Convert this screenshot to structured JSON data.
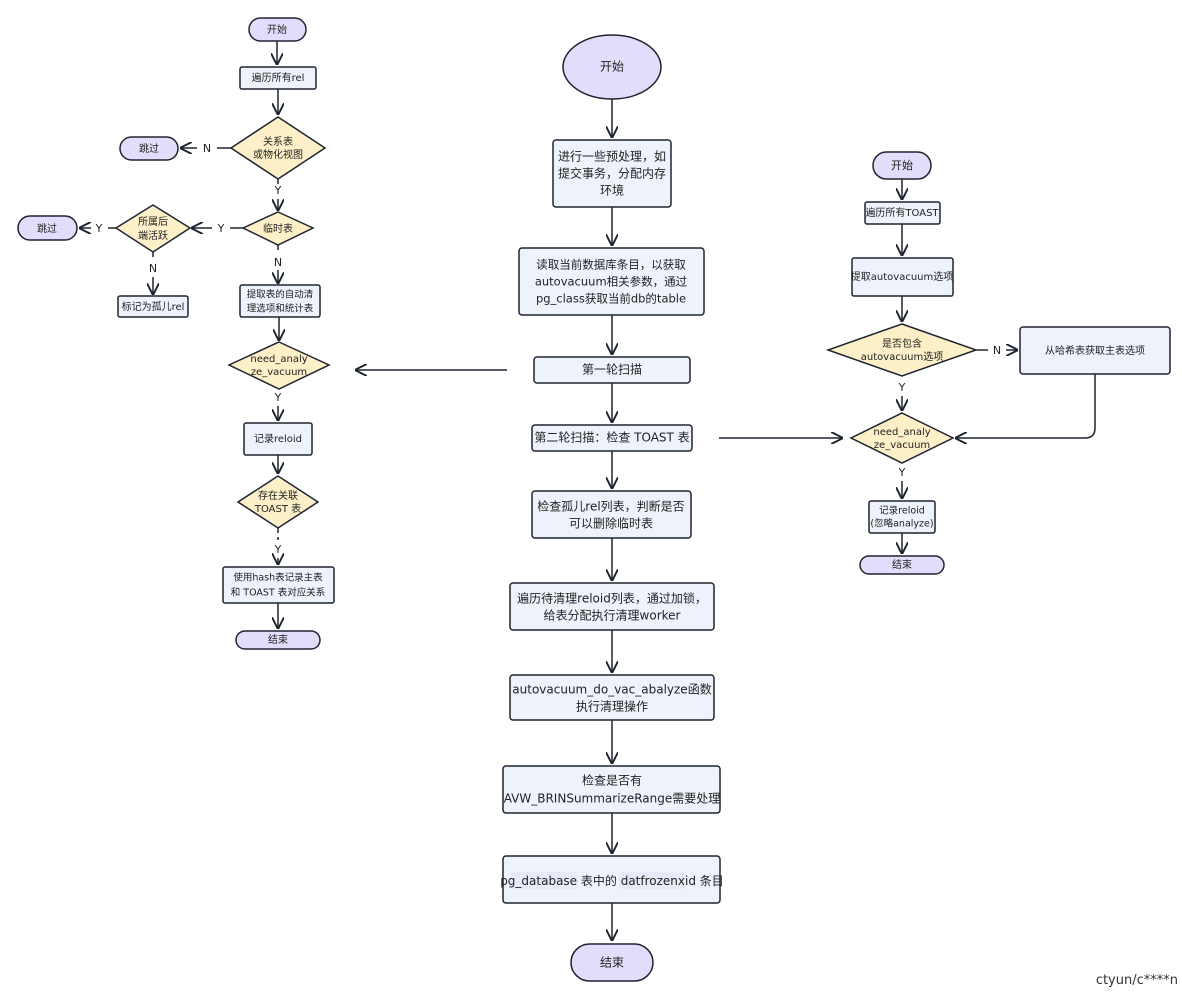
{
  "left_flow": {
    "start": "开始",
    "iterate_rel": "遍历所有rel",
    "is_table_or_matview": [
      "关系表",
      "或物化视图"
    ],
    "skip_1": "跳过",
    "n_label_1": "N",
    "y_label_1": "Y",
    "is_temp": "临时表",
    "y_label_2": "Y",
    "n_label_2": "N",
    "owner_active": [
      "所属后",
      "端活跃"
    ],
    "y_label_3": "Y",
    "skip_2": "跳过",
    "n_label_3": "N",
    "mark_orphan": "标记为孤儿rel",
    "extract_options": [
      "提取表的自动清",
      "理选项和统计表"
    ],
    "need_analyze_vacuum": [
      "need_analy",
      "ze_vacuum"
    ],
    "y_label_4": "Y",
    "record_reloid": "记录reloid",
    "has_toast": [
      "存在关联",
      "TOAST 表"
    ],
    "y_label_5": "Y",
    "hash_record": [
      "使用hash表记录主表",
      "和 TOAST 表对应关系"
    ],
    "end": "结束"
  },
  "main_flow": {
    "start": "开始",
    "preprocess": [
      "进行一些预处理，如",
      "提交事务，分配内存",
      "环境"
    ],
    "read_db": [
      "读取当前数据库条目，以获取",
      "autovacuum相关参数，通过",
      "pg_class获取当前db的table"
    ],
    "first_scan": "第一轮扫描",
    "second_scan": "第二轮扫描：检查 TOAST 表",
    "check_orphan": [
      "检查孤儿rel列表，判断是否",
      "可以删除临时表"
    ],
    "iterate_reloid": [
      "遍历待清理reloid列表，通过加锁，",
      "给表分配执行清理worker"
    ],
    "do_vac_analyze": [
      "autovacuum_do_vac_abalyze函数",
      "执行清理操作"
    ],
    "check_brin": [
      "检查是否有",
      "AVW_BRINSummarizeRange需要处理"
    ],
    "pg_database_part1": "pg_database",
    "pg_database_part2": " 表中的 ",
    "pg_database_part3": "datfrozenxid",
    "pg_database_part4": " 条目",
    "end": "结束"
  },
  "right_flow": {
    "start": "开始",
    "iterate_toast": "遍历所有TOAST",
    "extract_av_options": "提取autovacuum选项",
    "contains_av_options": [
      "是否包含",
      "autovacuum选项"
    ],
    "n_label": "N",
    "from_hash": "从哈希表获取主表选项",
    "y_label_1": "Y",
    "need_analyze_vacuum": [
      "need_analy",
      "ze_vacuum"
    ],
    "y_label_2": "Y",
    "record_reloid": [
      "记录reloid",
      "(忽略analyze)"
    ],
    "end": "结束"
  },
  "watermark": "ctyun/c****n"
}
